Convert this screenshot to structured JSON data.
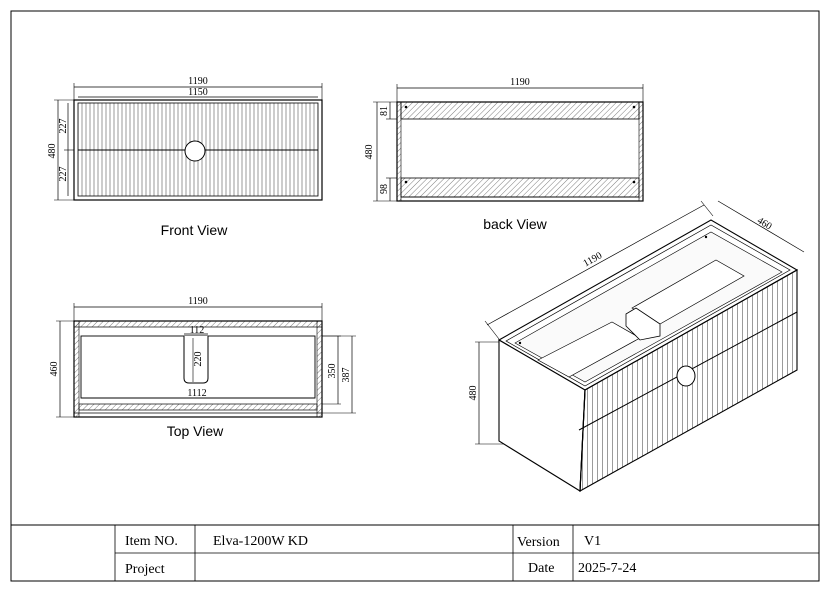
{
  "views": {
    "front": {
      "label": "Front View",
      "dims": {
        "overall_width": "1190",
        "inner_width": "1150",
        "height": "480",
        "drawer_top": "227",
        "drawer_bottom": "227"
      }
    },
    "back": {
      "label": "back View",
      "dims": {
        "width": "1190",
        "height": "480",
        "top_rail": "81",
        "bottom_rail": "98"
      }
    },
    "top": {
      "label": "Top  View",
      "dims": {
        "width": "1190",
        "depth": "460",
        "notch_width": "112",
        "notch_depth": "220",
        "inner_width": "1112",
        "inner_depth": "350",
        "drawer_depth": "387"
      }
    },
    "iso": {
      "dims": {
        "width": "1190",
        "depth": "460",
        "height": "480"
      }
    }
  },
  "title_block": {
    "item_no_label": "Item NO.",
    "item_no_value": "Elva-1200W KD",
    "version_label": "Version",
    "version_value": "V1",
    "project_label": "Project",
    "project_value": "",
    "date_label": "Date",
    "date_value": "2025-7-24"
  }
}
